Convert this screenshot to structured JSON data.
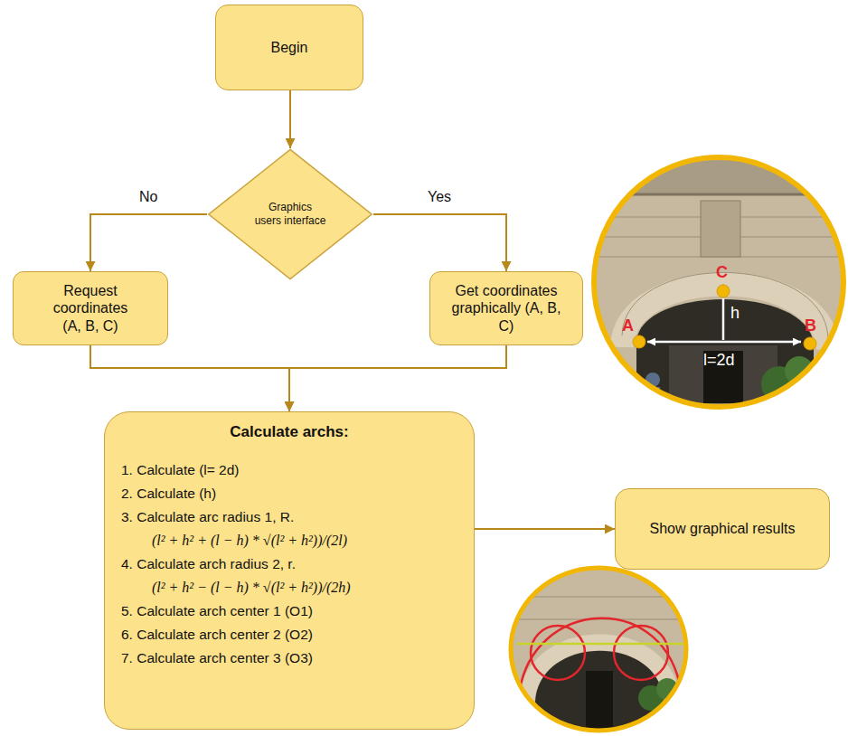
{
  "diagram": {
    "nodes": [
      {
        "text": [
          "Begin"
        ]
      },
      {
        "text": [
          "Graphics users interface"
        ]
      },
      {
        "text": [
          "Request coordinates (A, B, C)"
        ]
      },
      {
        "text": [
          "Get coordinates graphically (A, B, C)"
        ]
      },
      {
        "text": [
          "Calculate archs:",
          "1. Calculate (l= 2d)",
          "2. Calculate (h)",
          "3. Calculate arc radius 1, R.",
          "(l² + h² + (l − h) * √(l² + h²))/(2l)",
          "4. Calculate arch radius 2, r.",
          "(l² + h² − (l − h) * √(l² + h²))/(2h)",
          "5. Calculate arch center 1 (O1)",
          "6. Calculate arch center 2 (O2)",
          "7. Calculate arch center 3 (O3)"
        ]
      },
      {
        "text": [
          "Show graphical results"
        ]
      }
    ],
    "edges": [
      {
        "from": 0,
        "to": 1,
        "arrow": "to"
      },
      {
        "from": 1,
        "to": 2,
        "label": "No",
        "arrow": "to"
      },
      {
        "from": 1,
        "to": 3,
        "label": "Yes",
        "arrow": "to"
      },
      {
        "from": 2,
        "to": 4,
        "arrow": "to"
      },
      {
        "from": 3,
        "to": 4,
        "arrow": "to"
      },
      {
        "from": 4,
        "to": 5,
        "arrow": "to"
      }
    ],
    "labels": [
      "C",
      "A",
      "B",
      "h",
      "l=2d"
    ]
  }
}
